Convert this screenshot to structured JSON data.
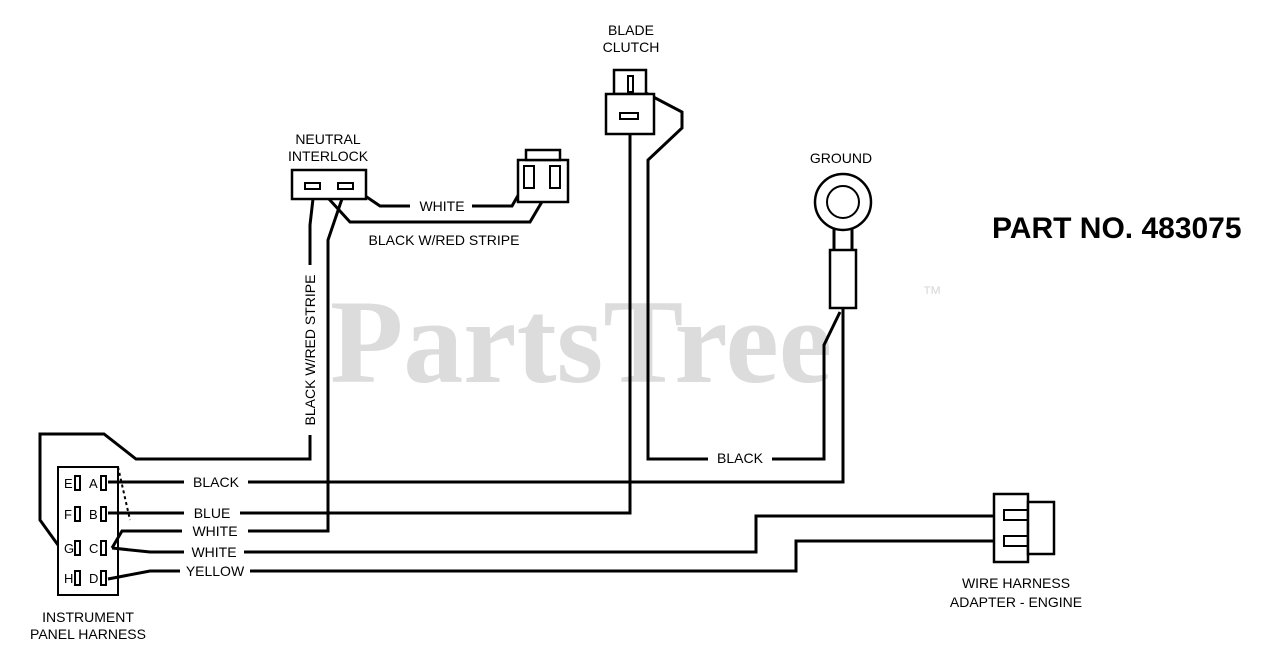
{
  "watermark": {
    "text": "PartsTree",
    "trademark": "™"
  },
  "part_number": "PART NO. 483075",
  "components": {
    "blade_clutch": [
      "BLADE",
      "CLUTCH"
    ],
    "neutral_interlock": [
      "NEUTRAL",
      "INTERLOCK"
    ],
    "ground": "GROUND",
    "wire_harness_adapter": [
      "WIRE HARNESS",
      "ADAPTER - ENGINE"
    ],
    "instrument_panel_harness": [
      "INSTRUMENT",
      "PANEL HARNESS"
    ]
  },
  "pins": {
    "left": [
      "E",
      "F",
      "G",
      "H"
    ],
    "right": [
      "A",
      "B",
      "C",
      "D"
    ]
  },
  "wires": {
    "white_top": "WHITE",
    "black_red_horizontal": "BLACK W/RED STRIPE",
    "black_red_vertical": "BLACK W/RED STRIPE",
    "black_ground": "BLACK",
    "black_a": "BLACK",
    "blue": "BLUE",
    "white_c1": "WHITE",
    "white_c2": "WHITE",
    "yellow": "YELLOW"
  }
}
